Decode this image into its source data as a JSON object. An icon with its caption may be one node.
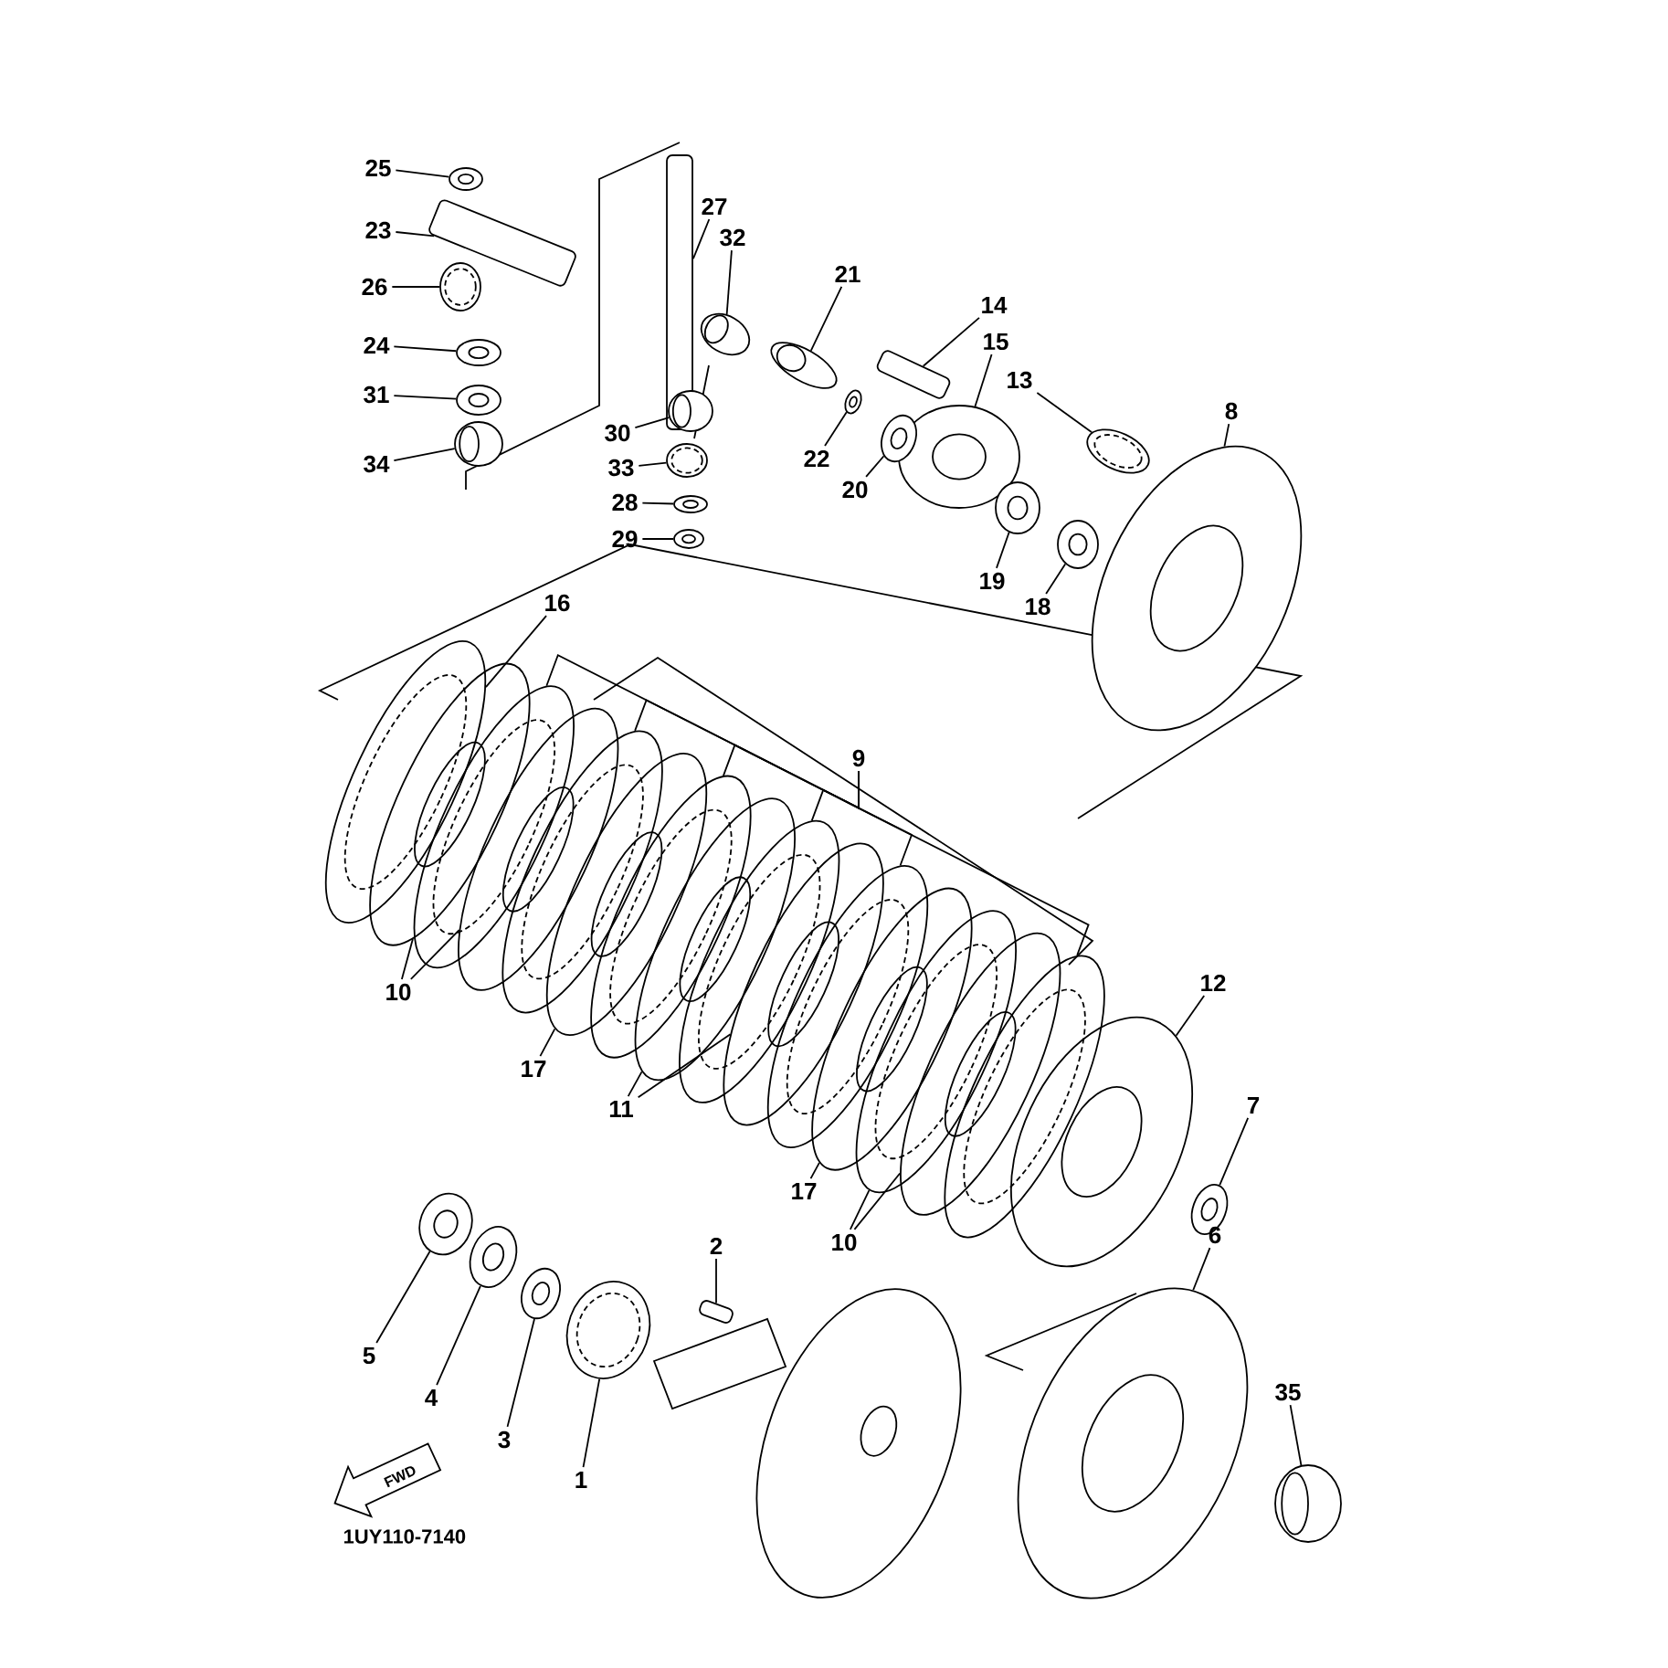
{
  "diagram": {
    "nodes": [
      {
        "text": [
          "25"
        ]
      },
      {
        "text": [],
        "shape": "picture"
      },
      {
        "text": [
          "23"
        ]
      },
      {
        "text": [],
        "shape": "picture"
      },
      {
        "text": [
          "26"
        ]
      },
      {
        "text": [],
        "shape": "picture"
      },
      {
        "text": [
          "24"
        ]
      },
      {
        "text": [],
        "shape": "picture"
      },
      {
        "text": [
          "31"
        ]
      },
      {
        "text": [],
        "shape": "picture"
      },
      {
        "text": [
          "34"
        ]
      },
      {
        "text": [],
        "shape": "picture"
      },
      {
        "text": [
          "27"
        ]
      },
      {
        "text": [],
        "shape": "picture"
      },
      {
        "text": [
          "32"
        ]
      },
      {
        "text": [],
        "shape": "picture"
      },
      {
        "text": [
          "30"
        ]
      },
      {
        "text": [],
        "shape": "picture"
      },
      {
        "text": [
          "33"
        ]
      },
      {
        "text": [],
        "shape": "picture"
      },
      {
        "text": [
          "28"
        ]
      },
      {
        "text": [],
        "shape": "picture"
      },
      {
        "text": [
          "29"
        ]
      },
      {
        "text": [],
        "shape": "picture"
      },
      {
        "text": [
          "21"
        ]
      },
      {
        "text": [],
        "shape": "picture"
      },
      {
        "text": [
          "14"
        ]
      },
      {
        "text": [],
        "shape": "picture"
      },
      {
        "text": [
          "15"
        ]
      },
      {
        "text": [],
        "shape": "picture"
      },
      {
        "text": [
          "22"
        ]
      },
      {
        "text": [],
        "shape": "picture"
      },
      {
        "text": [
          "20"
        ]
      },
      {
        "text": [],
        "shape": "picture"
      },
      {
        "text": [
          "13"
        ]
      },
      {
        "text": [],
        "shape": "picture"
      },
      {
        "text": [
          "8"
        ]
      },
      {
        "text": [],
        "shape": "picture"
      },
      {
        "text": [
          "19"
        ]
      },
      {
        "text": [],
        "shape": "picture"
      },
      {
        "text": [
          "18"
        ]
      },
      {
        "text": [],
        "shape": "picture"
      },
      {
        "text": [
          "16"
        ]
      },
      {
        "text": [],
        "shape": "picture"
      },
      {
        "text": [],
        "shape": "picture"
      },
      {
        "text": [],
        "shape": "picture"
      },
      {
        "text": [],
        "shape": "picture"
      },
      {
        "text": [],
        "shape": "picture"
      },
      {
        "text": [],
        "shape": "picture"
      },
      {
        "text": [],
        "shape": "picture"
      },
      {
        "text": [],
        "shape": "picture"
      },
      {
        "text": [],
        "shape": "picture"
      },
      {
        "text": [],
        "shape": "picture"
      },
      {
        "text": [],
        "shape": "picture"
      },
      {
        "text": [],
        "shape": "picture"
      },
      {
        "text": [],
        "shape": "picture"
      },
      {
        "text": [],
        "shape": "picture"
      },
      {
        "text": [],
        "shape": "picture"
      },
      {
        "text": [
          "9"
        ]
      },
      {
        "text": [
          "10"
        ]
      },
      {
        "text": [
          "17"
        ]
      },
      {
        "text": [
          "11"
        ]
      },
      {
        "text": [
          "17"
        ]
      },
      {
        "text": [
          "10"
        ]
      },
      {
        "text": [
          "12"
        ]
      },
      {
        "text": [],
        "shape": "picture"
      },
      {
        "text": [
          "7"
        ]
      },
      {
        "text": [],
        "shape": "picture"
      },
      {
        "text": [
          "6"
        ]
      },
      {
        "text": [],
        "shape": "picture"
      },
      {
        "text": [
          "35"
        ]
      },
      {
        "text": [],
        "shape": "picture"
      },
      {
        "text": [
          "2"
        ]
      },
      {
        "text": [],
        "shape": "picture"
      },
      {
        "text": [
          "5"
        ]
      },
      {
        "text": [],
        "shape": "picture"
      },
      {
        "text": [
          "4"
        ]
      },
      {
        "text": [],
        "shape": "picture"
      },
      {
        "text": [
          "3"
        ]
      },
      {
        "text": [],
        "shape": "picture"
      },
      {
        "text": [
          "1"
        ]
      },
      {
        "text": [],
        "shape": "picture"
      }
    ],
    "edges": [
      {
        "from": 0,
        "to": 1,
        "arrow": "none"
      },
      {
        "from": 2,
        "to": 3,
        "arrow": "none"
      },
      {
        "from": 4,
        "to": 5,
        "arrow": "none"
      },
      {
        "from": 6,
        "to": 7,
        "arrow": "none"
      },
      {
        "from": 8,
        "to": 9,
        "arrow": "none"
      },
      {
        "from": 10,
        "to": 11,
        "arrow": "none"
      },
      {
        "from": 12,
        "to": 13,
        "arrow": "none"
      },
      {
        "from": 14,
        "to": 15,
        "arrow": "none"
      },
      {
        "from": 16,
        "to": 17,
        "arrow": "none"
      },
      {
        "from": 18,
        "to": 19,
        "arrow": "none"
      },
      {
        "from": 20,
        "to": 21,
        "arrow": "none"
      },
      {
        "from": 22,
        "to": 23,
        "arrow": "none"
      },
      {
        "from": 24,
        "to": 25,
        "arrow": "none"
      },
      {
        "from": 26,
        "to": 27,
        "arrow": "none"
      },
      {
        "from": 28,
        "to": 29,
        "arrow": "none"
      },
      {
        "from": 30,
        "to": 31,
        "arrow": "none"
      },
      {
        "from": 32,
        "to": 33,
        "arrow": "none"
      },
      {
        "from": 34,
        "to": 35,
        "arrow": "none"
      },
      {
        "from": 36,
        "to": 37,
        "arrow": "none"
      },
      {
        "from": 38,
        "to": 39,
        "arrow": "none"
      },
      {
        "from": 40,
        "to": 41,
        "arrow": "none"
      },
      {
        "from": 42,
        "to": 43,
        "arrow": "none"
      },
      {
        "from": 58,
        "to": 45,
        "arrow": "none"
      },
      {
        "from": 58,
        "to": 47,
        "arrow": "none"
      },
      {
        "from": 58,
        "to": 49,
        "arrow": "none"
      },
      {
        "from": 58,
        "to": 51,
        "arrow": "none"
      },
      {
        "from": 58,
        "to": 53,
        "arrow": "none"
      },
      {
        "from": 58,
        "to": 57,
        "arrow": "none"
      },
      {
        "from": 59,
        "to": 44,
        "arrow": "none"
      },
      {
        "from": 59,
        "to": 46,
        "arrow": "none"
      },
      {
        "from": 60,
        "to": 48,
        "arrow": "none"
      },
      {
        "from": 61,
        "to": 50,
        "arrow": "none"
      },
      {
        "from": 61,
        "to": 52,
        "arrow": "none"
      },
      {
        "from": 62,
        "to": 54,
        "arrow": "none"
      },
      {
        "from": 63,
        "to": 55,
        "arrow": "none"
      },
      {
        "from": 63,
        "to": 56,
        "arrow": "none"
      },
      {
        "from": 64,
        "to": 65,
        "arrow": "none"
      },
      {
        "from": 66,
        "to": 67,
        "arrow": "none"
      },
      {
        "from": 68,
        "to": 69,
        "arrow": "none"
      },
      {
        "from": 70,
        "to": 71,
        "arrow": "none"
      },
      {
        "from": 72,
        "to": 73,
        "arrow": "none"
      },
      {
        "from": 74,
        "to": 75,
        "arrow": "none"
      },
      {
        "from": 76,
        "to": 77,
        "arrow": "none"
      },
      {
        "from": 78,
        "to": 79,
        "arrow": "none"
      },
      {
        "from": 80,
        "to": 81,
        "arrow": "none"
      }
    ],
    "labels": [
      "FWD",
      "1UY110-7140"
    ]
  }
}
